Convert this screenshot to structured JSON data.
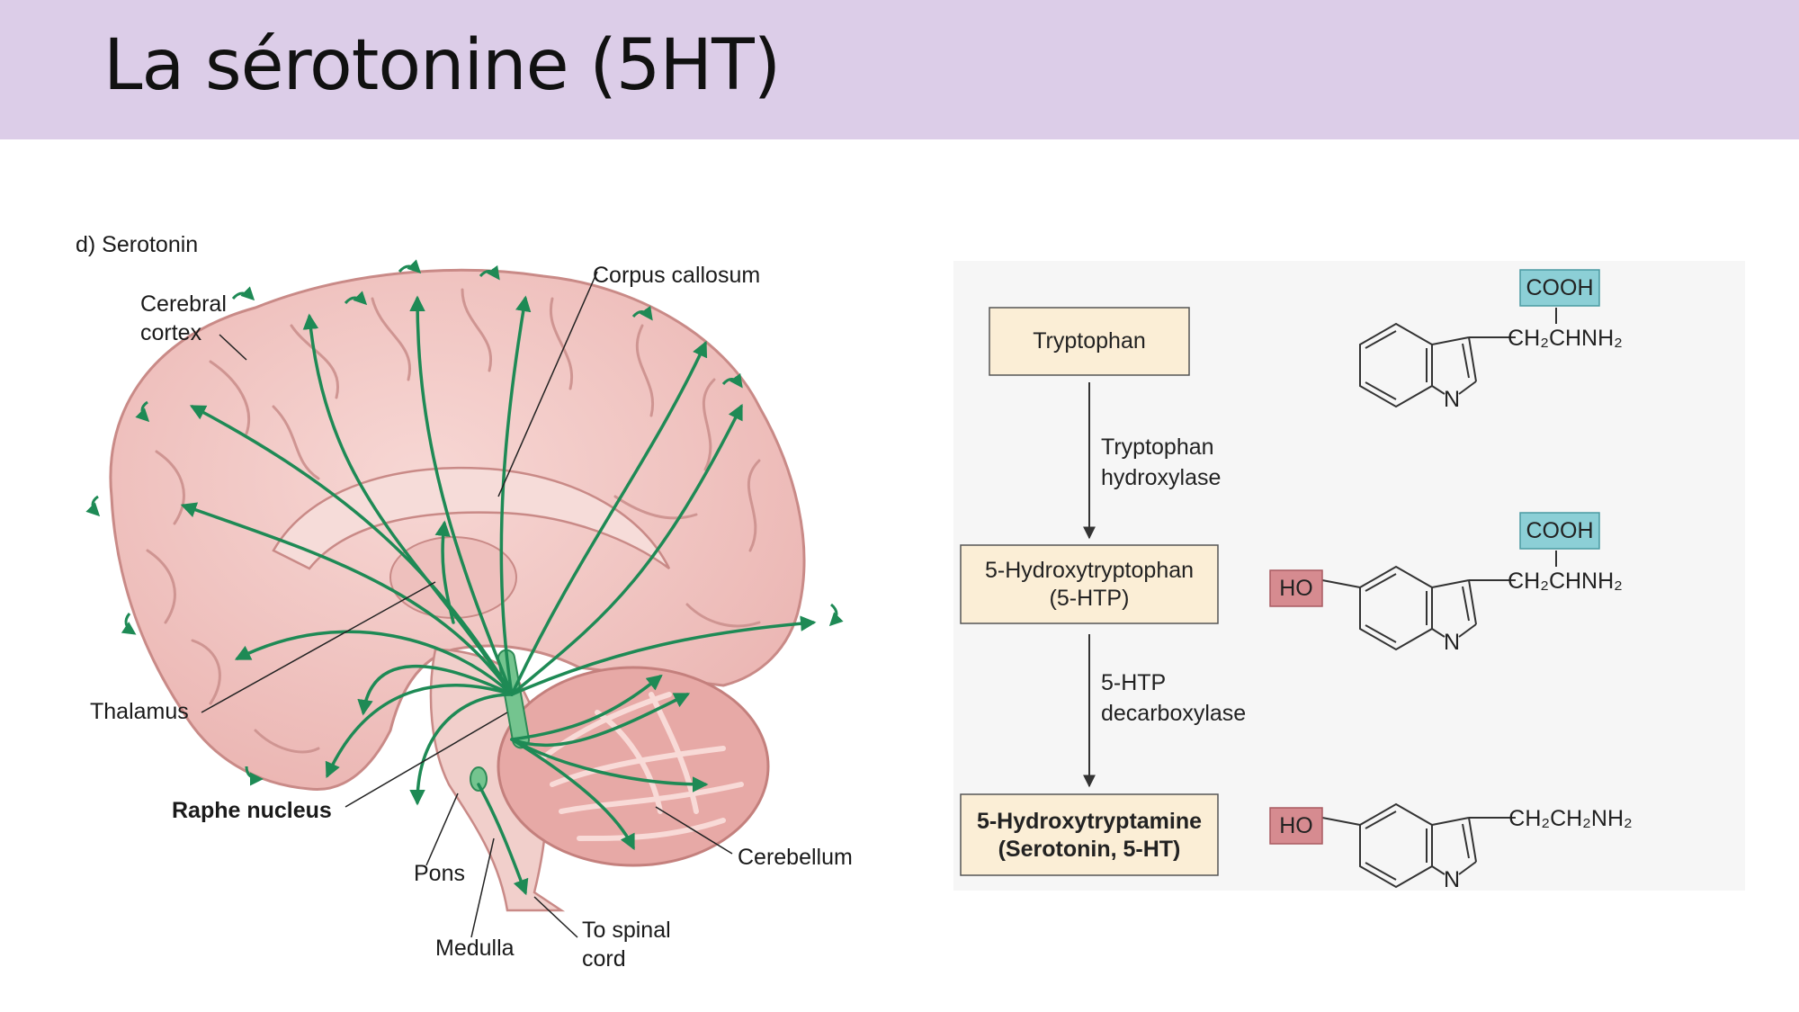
{
  "title": "La sérotonine (5HT)",
  "brain_figure": {
    "panel_label": "d) Serotonin",
    "labels": {
      "cerebral_cortex": [
        "Cerebral",
        "cortex"
      ],
      "corpus_callosum": "Corpus callosum",
      "thalamus": "Thalamus",
      "raphe_nucleus": "Raphe nucleus",
      "pons": "Pons",
      "medulla": "Medulla",
      "cerebellum": "Cerebellum",
      "spinal_cord": [
        "To spinal",
        "cord"
      ]
    },
    "colors": {
      "brain": "#f2c7c4",
      "brain_outline": "#c98a87",
      "pathway": "#1e8a55"
    }
  },
  "pathway": {
    "steps": [
      {
        "name": [
          "Tryptophan"
        ],
        "bold": false
      },
      {
        "name": [
          "5-Hydroxytryptophan",
          "(5-HTP)"
        ],
        "bold": false
      },
      {
        "name": [
          "5-Hydroxytryptamine",
          "(Serotonin, 5-HT)"
        ],
        "bold": true
      }
    ],
    "enzymes": [
      [
        "Tryptophan",
        "hydroxylase"
      ],
      [
        "5-HTP",
        "decarboxylase"
      ]
    ],
    "structures": {
      "cooh": "COOH",
      "ho": "HO",
      "n": "N",
      "chain_1": "CH₂CHNH₂",
      "chain_2": "CH₂CHNH₂",
      "chain_3": "CH₂CH₂NH₂"
    },
    "colors": {
      "box_fill": "#fbeed6",
      "cooh_fill": "#8ccfd6",
      "ho_fill": "#d68b90",
      "panel_bg": "#f6f6f6"
    }
  }
}
